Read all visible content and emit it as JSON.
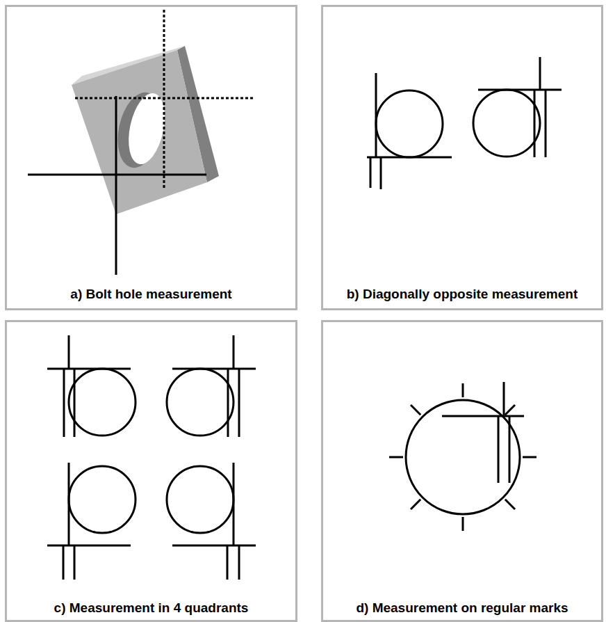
{
  "diagram": {
    "nodes": [
      {
        "text": [
          "a) Bolt hole measurement"
        ]
      },
      {
        "text": [
          "b) Diagonally opposite measurement"
        ]
      },
      {
        "text": [
          "c) Measurement in 4 quadrants"
        ]
      },
      {
        "text": [
          "d) Measurement on regular marks"
        ]
      }
    ]
  }
}
